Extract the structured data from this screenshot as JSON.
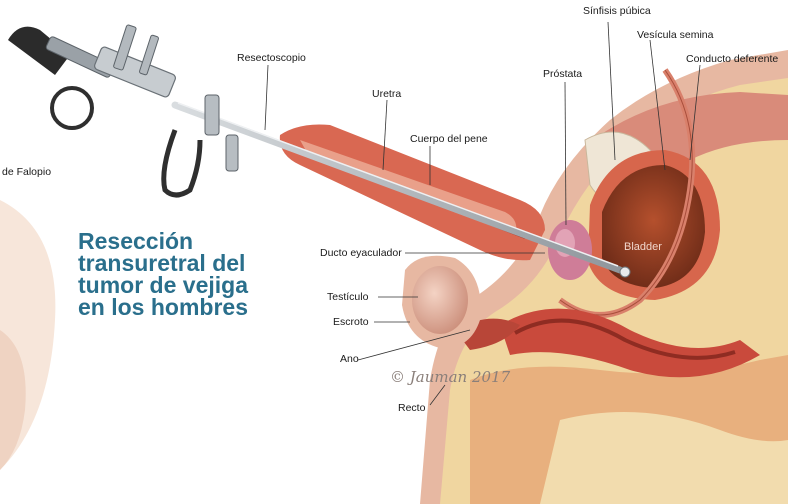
{
  "title": {
    "line1": "Resección",
    "line2": "transuretral del",
    "line3": "tumor de vejiga",
    "line4": "en los hombres"
  },
  "labels": {
    "sinfisis": "Sínfisis púbica",
    "vesicula": "Vesícula semina",
    "conducto": "Conducto deferente",
    "prostata": "Próstata",
    "resectoscopio": "Resectoscopio",
    "uretra": "Uretra",
    "cuerpo": "Cuerpo del pene",
    "falopio": "de Falopio",
    "ducto": "Ducto eyaculador",
    "testiculo": "Testículo",
    "escroto": "Escroto",
    "ano": "Ano",
    "recto": "Recto",
    "bladder": "Bladder"
  },
  "signature": "© Jauman 2017",
  "colors": {
    "title": "#2a6f8c",
    "tissue_fat": "#f0d6a0",
    "muscle": "#c94a3c",
    "skin": "#e7b8a2",
    "instrument": "#8f969c"
  }
}
